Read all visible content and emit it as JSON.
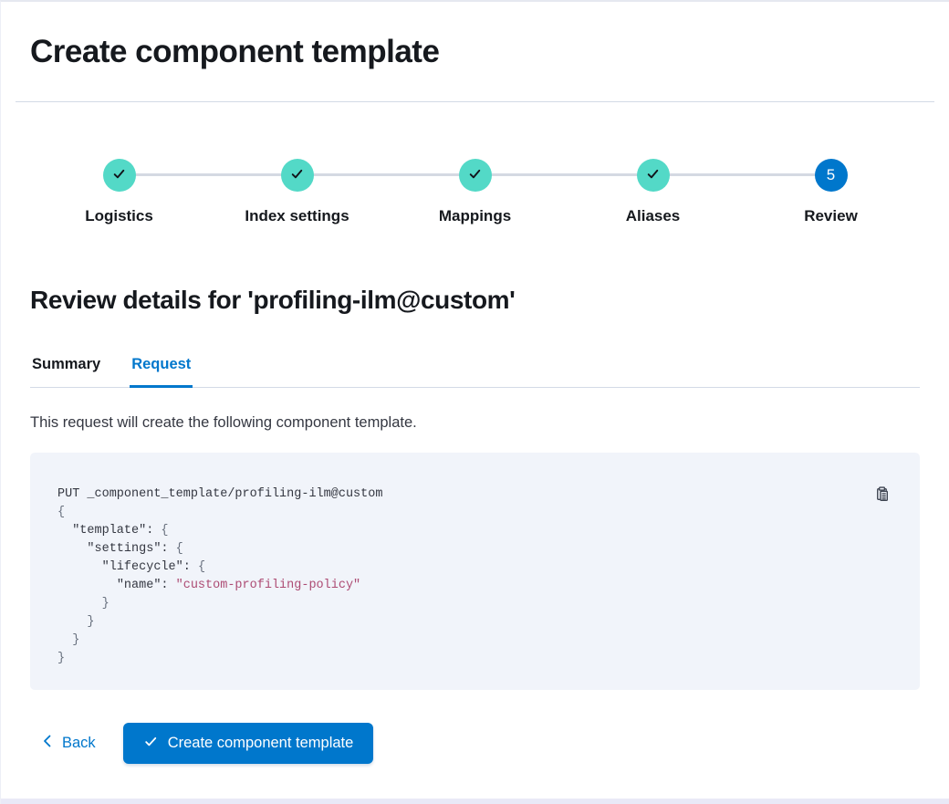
{
  "page": {
    "title": "Create component template"
  },
  "steps": {
    "items": [
      {
        "label": "Logistics",
        "status": "complete"
      },
      {
        "label": "Index settings",
        "status": "complete"
      },
      {
        "label": "Mappings",
        "status": "complete"
      },
      {
        "label": "Aliases",
        "status": "complete"
      },
      {
        "label": "Review",
        "status": "current",
        "number": "5"
      }
    ]
  },
  "review": {
    "heading": "Review details for 'profiling-ilm@custom'",
    "tabs": [
      {
        "label": "Summary",
        "active": false
      },
      {
        "label": "Request",
        "active": true
      }
    ],
    "description": "This request will create the following component template."
  },
  "code_block": {
    "lines": [
      {
        "segments": [
          {
            "t": "PUT _component_template/profiling-ilm@custom",
            "c": "plain"
          }
        ]
      },
      {
        "segments": [
          {
            "t": "{",
            "c": "punct"
          }
        ]
      },
      {
        "segments": [
          {
            "t": "  ",
            "c": "plain"
          },
          {
            "t": "\"template\"",
            "c": "key"
          },
          {
            "t": ": ",
            "c": "key"
          },
          {
            "t": "{",
            "c": "punct"
          }
        ]
      },
      {
        "segments": [
          {
            "t": "    ",
            "c": "plain"
          },
          {
            "t": "\"settings\"",
            "c": "key"
          },
          {
            "t": ": ",
            "c": "key"
          },
          {
            "t": "{",
            "c": "punct"
          }
        ]
      },
      {
        "segments": [
          {
            "t": "      ",
            "c": "plain"
          },
          {
            "t": "\"lifecycle\"",
            "c": "key"
          },
          {
            "t": ": ",
            "c": "key"
          },
          {
            "t": "{",
            "c": "punct"
          }
        ]
      },
      {
        "segments": [
          {
            "t": "        ",
            "c": "plain"
          },
          {
            "t": "\"name\"",
            "c": "key"
          },
          {
            "t": ": ",
            "c": "key"
          },
          {
            "t": "\"custom-profiling-policy\"",
            "c": "string"
          }
        ]
      },
      {
        "segments": [
          {
            "t": "      }",
            "c": "punct"
          }
        ]
      },
      {
        "segments": [
          {
            "t": "    }",
            "c": "punct"
          }
        ]
      },
      {
        "segments": [
          {
            "t": "  }",
            "c": "punct"
          }
        ]
      },
      {
        "segments": [
          {
            "t": "}",
            "c": "punct"
          }
        ]
      }
    ]
  },
  "footer": {
    "back_label": "Back",
    "submit_label": "Create component template"
  },
  "colors": {
    "primary_blue": "#0077cc",
    "step_complete_teal": "#53d9c7",
    "code_background": "#f1f4fa",
    "code_string_pink": "#ad4c74",
    "divider": "#d3dae6"
  }
}
